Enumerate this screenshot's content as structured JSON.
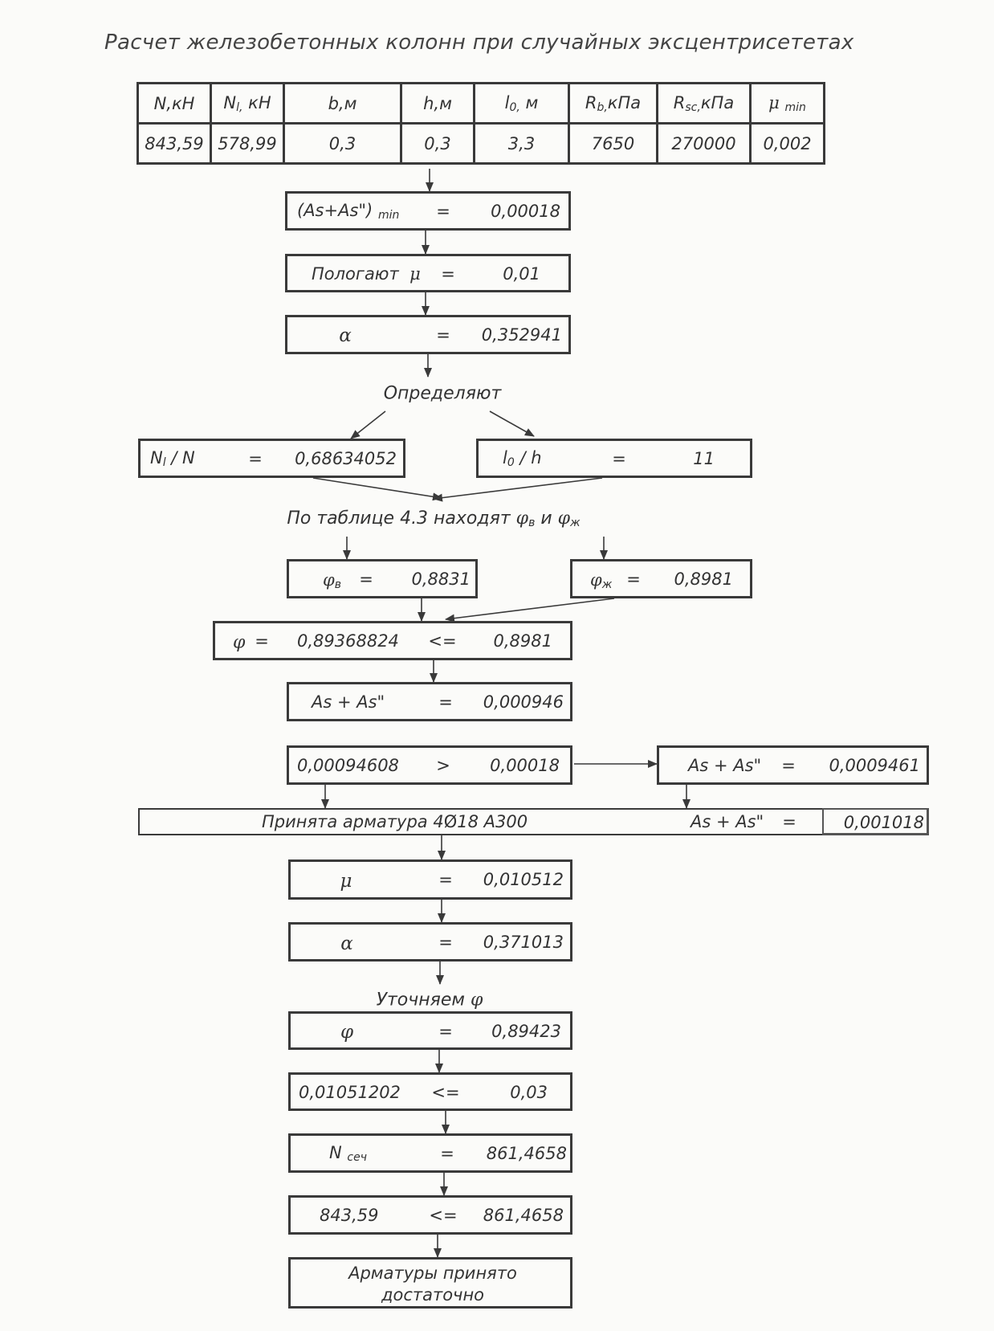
{
  "title": "Расчет железобетонных колонн при случайных эксцентрисететах",
  "params": {
    "headers": [
      {
        "main": "N,кН",
        "sub": ""
      },
      {
        "main": "N",
        "sub": "l,",
        "tail": " кН"
      },
      {
        "main": "b,м",
        "sub": ""
      },
      {
        "main": "h,м",
        "sub": ""
      },
      {
        "main": "l",
        "sub": "0,",
        "tail": " м"
      },
      {
        "main": "R",
        "sub": "b,",
        "tail": "кПа"
      },
      {
        "main": "R",
        "sub": "sc,",
        "tail": "кПа"
      },
      {
        "main": "μ",
        "sub": "min"
      }
    ],
    "values": [
      "843,59",
      "578,99",
      "0,3",
      "0,3",
      "3,3",
      "7650",
      "270000",
      "0,002"
    ]
  },
  "steps": {
    "as_min": {
      "label": "(As+As\")",
      "sub": "min",
      "eq": "=",
      "value": "0,00018"
    },
    "assume": {
      "label": "Пологают",
      "sym": "μ",
      "eq": "=",
      "value": "0,01"
    },
    "alpha1": {
      "sym": "α",
      "eq": "=",
      "value": "0,352941"
    },
    "determine_caption": "Определяют",
    "nl_n": {
      "label": "N",
      "sub": "l",
      "tail": " / N",
      "eq": "=",
      "value": "0,68634052"
    },
    "l0_h": {
      "label": "l",
      "sub": "0",
      "tail": " / h",
      "eq": "=",
      "value": "11"
    },
    "table_caption": {
      "text": "По таблице 4.3 находят",
      "sym1": "φ",
      "sub1": "в",
      "mid": " и ",
      "sym2": "φ",
      "sub2": "ж"
    },
    "phi_v": {
      "sym": "φ",
      "sub": "в",
      "eq": "=",
      "value": "0,8831"
    },
    "phi_zh": {
      "sym": "φ",
      "sub": "ж",
      "eq": "=",
      "value": "0,8981"
    },
    "phi": {
      "sym": "φ",
      "eq": "=",
      "value": "0,89368824",
      "op": "<=",
      "value2": "0,8981"
    },
    "as_sum": {
      "label": "As + As\"",
      "eq": "=",
      "value": "0,000946"
    },
    "compare": {
      "left": "0,00094608",
      "op": ">",
      "right": "0,00018"
    },
    "as_sum2": {
      "label": "As + As\"",
      "eq": "=",
      "value": "0,0009461"
    },
    "accepted": {
      "text": "Принята арматура 4",
      "dia": "Ø",
      "rest": "18 А300",
      "label": "As + As\"",
      "eq": "=",
      "value": "0,001018"
    },
    "mu": {
      "sym": "μ",
      "eq": "=",
      "value": "0,010512"
    },
    "alpha2": {
      "sym": "α",
      "eq": "=",
      "value": "0,371013"
    },
    "refine_caption": {
      "text": "Уточняем",
      "sym": "φ"
    },
    "phi2": {
      "sym": "φ",
      "eq": "=",
      "value": "0,89423"
    },
    "mu_check": {
      "left": "0,01051202",
      "op": "<=",
      "right": "0,03"
    },
    "n_sec": {
      "label": "N",
      "sub": "сеч",
      "eq": "=",
      "value": "861,4658"
    },
    "n_check": {
      "left": "843,59",
      "op": "<=",
      "right": "861,4658"
    },
    "result": {
      "line1": "Арматуры принято",
      "line2": "достаточно"
    }
  }
}
